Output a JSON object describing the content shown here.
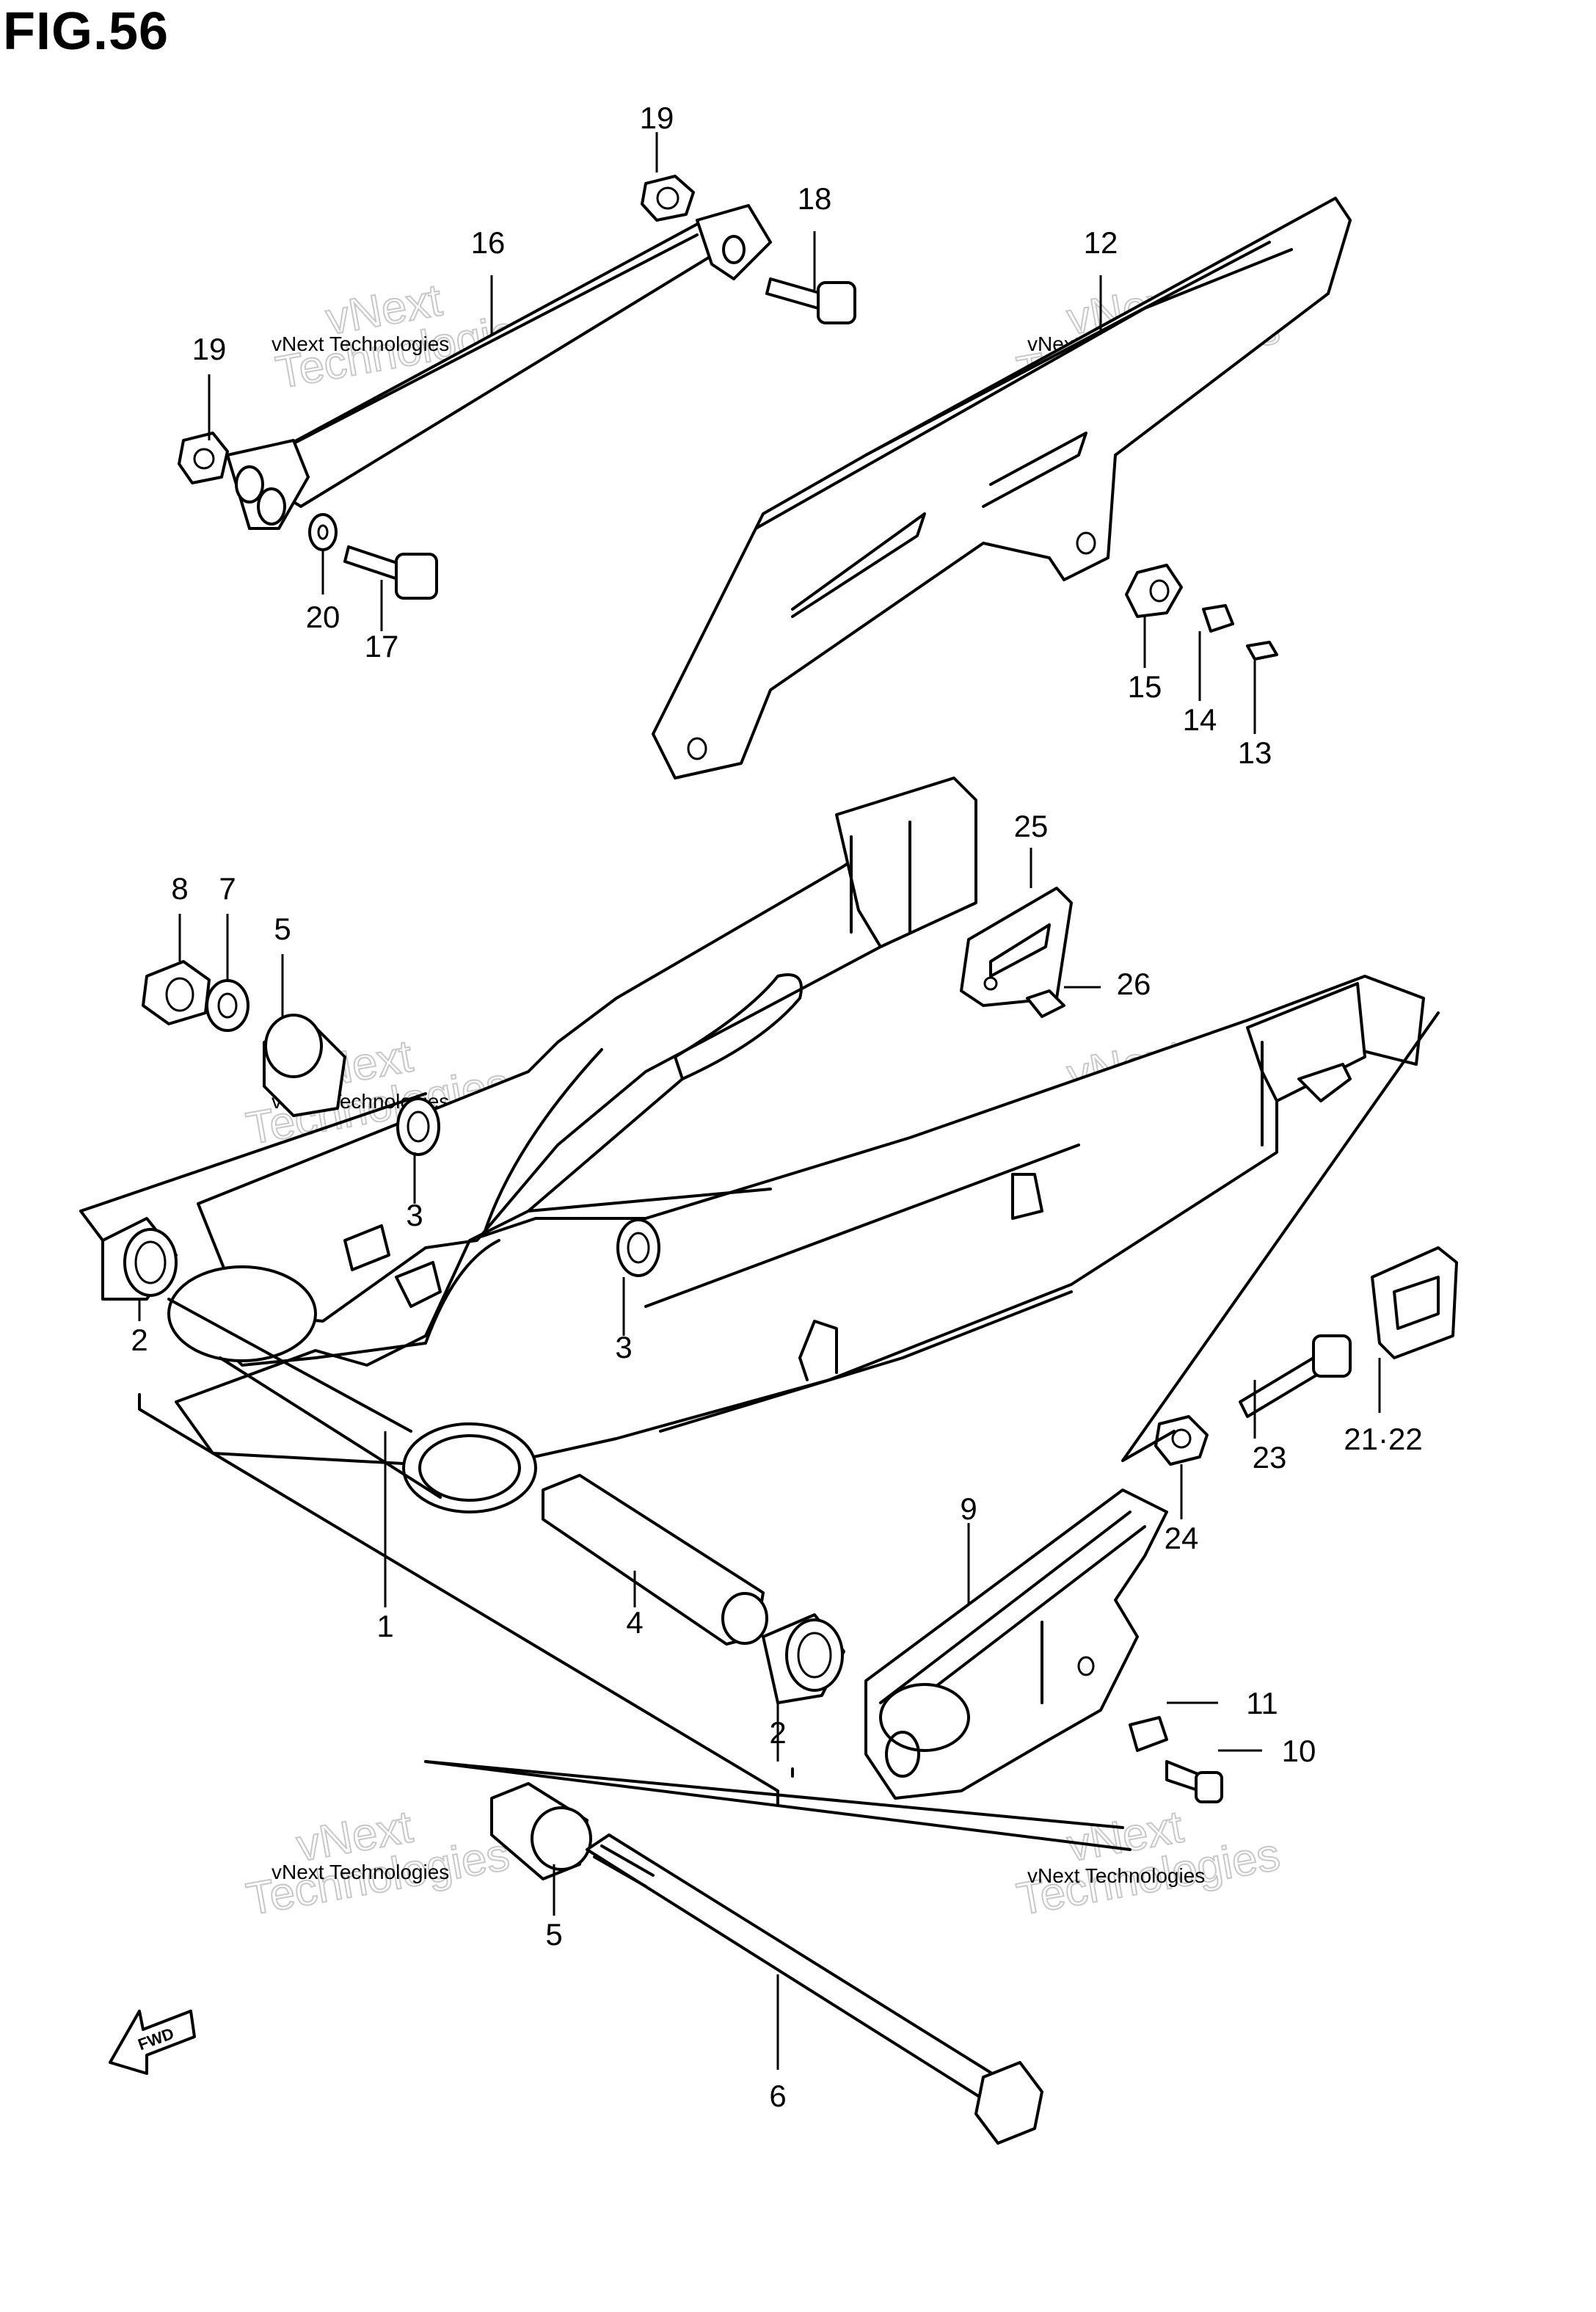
{
  "figure": {
    "title": "FIG.56"
  },
  "watermark": {
    "line1": "vNext Technologies",
    "line2": "vNext",
    "line3": "Technologies"
  },
  "fwd_label": "FWD",
  "callouts": [
    "19",
    "18",
    "16",
    "12",
    "19",
    "20",
    "17",
    "15",
    "14",
    "13",
    "8",
    "7",
    "5",
    "25",
    "26",
    "3",
    "3",
    "2",
    "1",
    "4",
    "2",
    "9",
    "24",
    "23",
    "21·22",
    "11",
    "10",
    "5",
    "6"
  ]
}
